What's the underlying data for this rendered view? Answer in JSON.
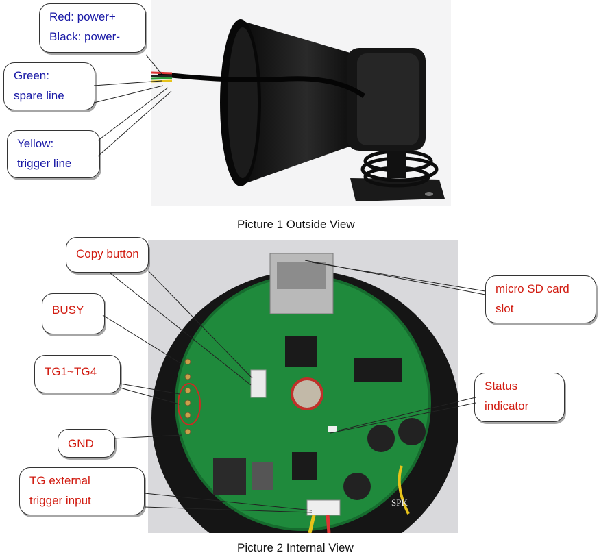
{
  "pictures": [
    {
      "caption": "Picture 1 Outside View",
      "callouts": [
        {
          "name": "red-black-label",
          "lines": [
            "Red: power+",
            "Black: power-"
          ]
        },
        {
          "name": "green-label",
          "lines": [
            "Green:",
            "spare line"
          ]
        },
        {
          "name": "yellow-label",
          "lines": [
            "Yellow:",
            "trigger line"
          ]
        }
      ]
    },
    {
      "caption": "Picture 2 Internal View",
      "callouts": [
        {
          "name": "copy-button-label",
          "lines": [
            "Copy button"
          ]
        },
        {
          "name": "busy-label",
          "lines": [
            "BUSY"
          ]
        },
        {
          "name": "tg1-tg4-label",
          "lines": [
            "TG1~TG4"
          ]
        },
        {
          "name": "gnd-label",
          "lines": [
            "GND"
          ]
        },
        {
          "name": "tg-external-trigger-label",
          "lines": [
            "TG external",
            "trigger input"
          ]
        },
        {
          "name": "micro-sd-slot-label",
          "lines": [
            "micro  SD  card",
            "slot"
          ]
        },
        {
          "name": "status-indicator-label",
          "lines": [
            "Status",
            "indicator"
          ]
        }
      ]
    }
  ],
  "board_silkscreen": [
    "SPK"
  ],
  "colors": {
    "callout_text_picture1": "#1a1aa6",
    "callout_text_picture2": "#d11b10",
    "pcb": "#1f8a3c"
  }
}
